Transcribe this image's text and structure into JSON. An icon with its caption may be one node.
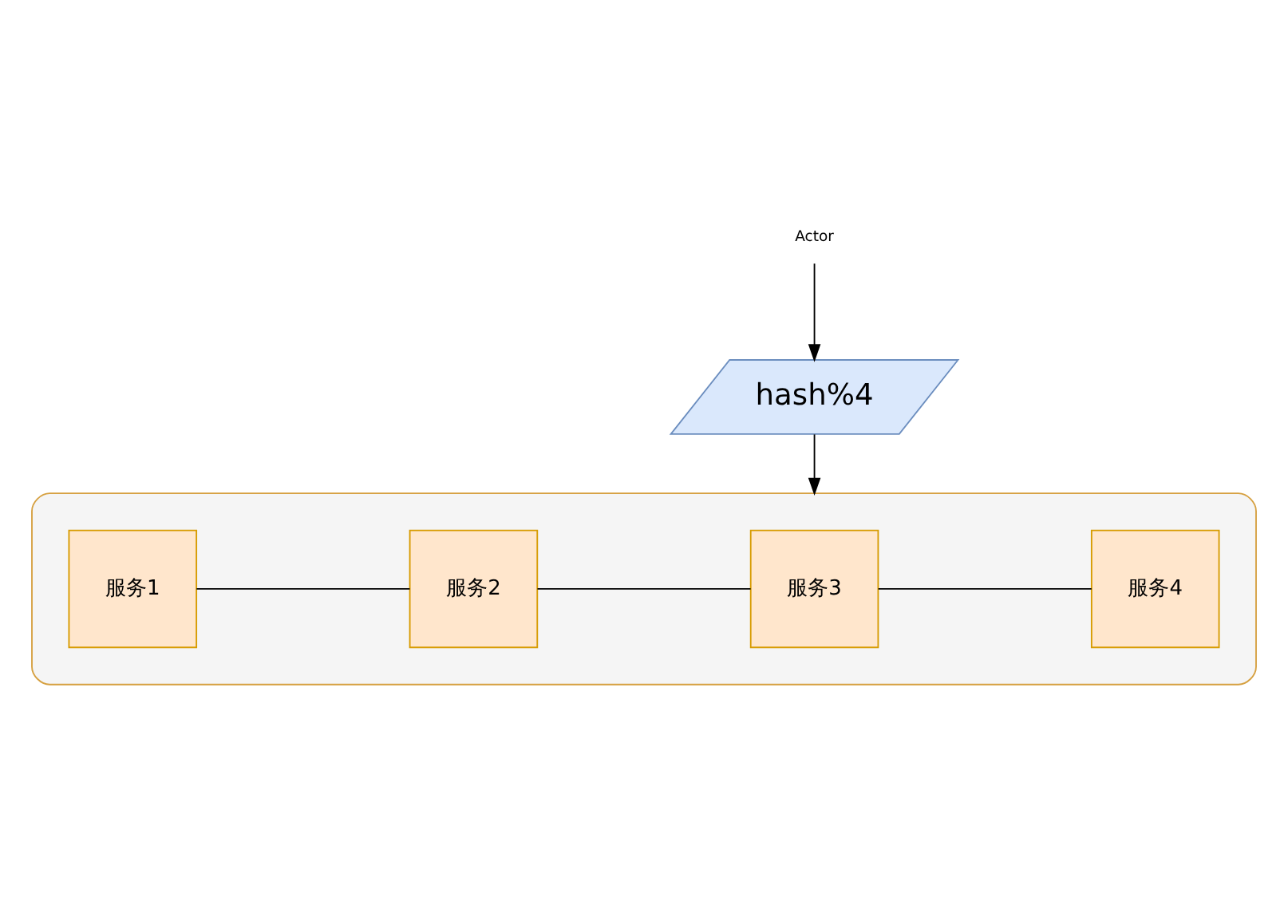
{
  "diagram": {
    "nodes": [
      {
        "text": [
          "Actor"
        ]
      },
      {
        "text": [
          "hash%4"
        ]
      },
      {
        "text": [],
        "shape": "box"
      },
      {
        "text": [
          "服务1"
        ],
        "in": 2
      },
      {
        "text": [
          "服务2"
        ],
        "in": 2
      },
      {
        "text": [
          "服务3"
        ],
        "in": 2
      },
      {
        "text": [
          "服务4"
        ],
        "in": 2
      }
    ],
    "edges": [
      {
        "from": 0,
        "to": 1,
        "arrow": "to"
      },
      {
        "from": 1,
        "to": 2,
        "arrow": "to"
      },
      {
        "from": 3,
        "to": 4,
        "arrow": "none"
      },
      {
        "from": 4,
        "to": 5,
        "arrow": "none"
      },
      {
        "from": 5,
        "to": 6,
        "arrow": "none"
      }
    ]
  }
}
